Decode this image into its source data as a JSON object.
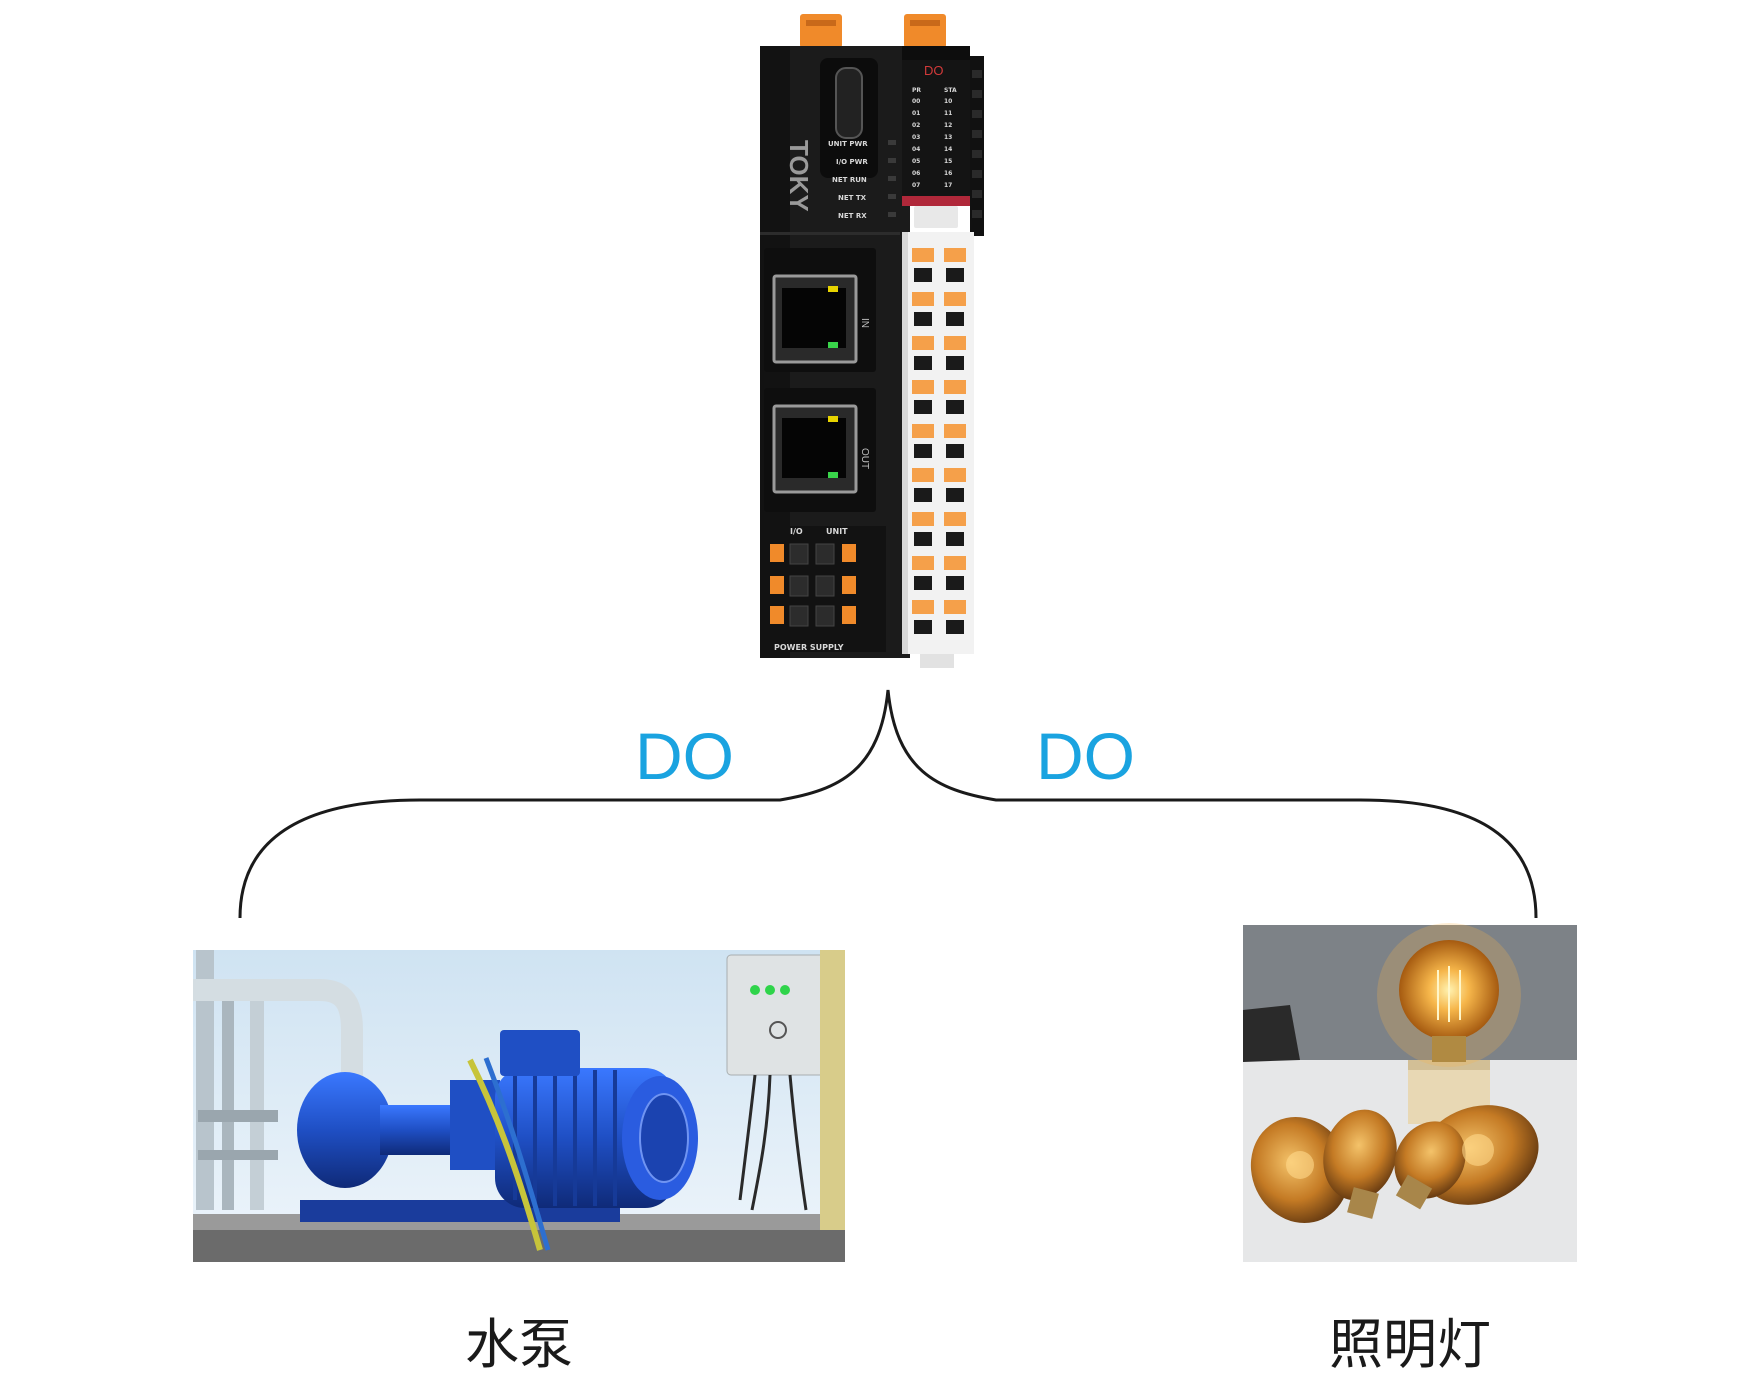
{
  "device": {
    "brand": "TOKY",
    "module_label": "DO",
    "leds_left": [
      "UNIT PWR",
      "I/O PWR",
      "NET RUN",
      "NET TX",
      "NET RX"
    ],
    "led_col_headers": [
      "PR",
      "STA"
    ],
    "led_nums_left": [
      "00",
      "01",
      "02",
      "03",
      "04",
      "05",
      "06",
      "07"
    ],
    "led_nums_right": [
      "10",
      "11",
      "12",
      "13",
      "14",
      "15",
      "16",
      "17"
    ],
    "port_in": "IN",
    "port_out": "OUT",
    "power_labels": [
      "I/O",
      "UNIT"
    ],
    "power_supply": "POWER SUPPLY"
  },
  "connections": [
    {
      "label": "DO"
    },
    {
      "label": "DO"
    }
  ],
  "targets": [
    {
      "caption": "水泵",
      "icon": "water-pump-photo"
    },
    {
      "caption": "照明灯",
      "icon": "light-bulb-photo"
    }
  ],
  "colors": {
    "accent": "#1aa3e0",
    "device_body": "#1b1b1b",
    "terminal_orange": "#f5a04a",
    "pump_blue": "#1f4fc4",
    "bulb_glow": "#f0a638"
  }
}
